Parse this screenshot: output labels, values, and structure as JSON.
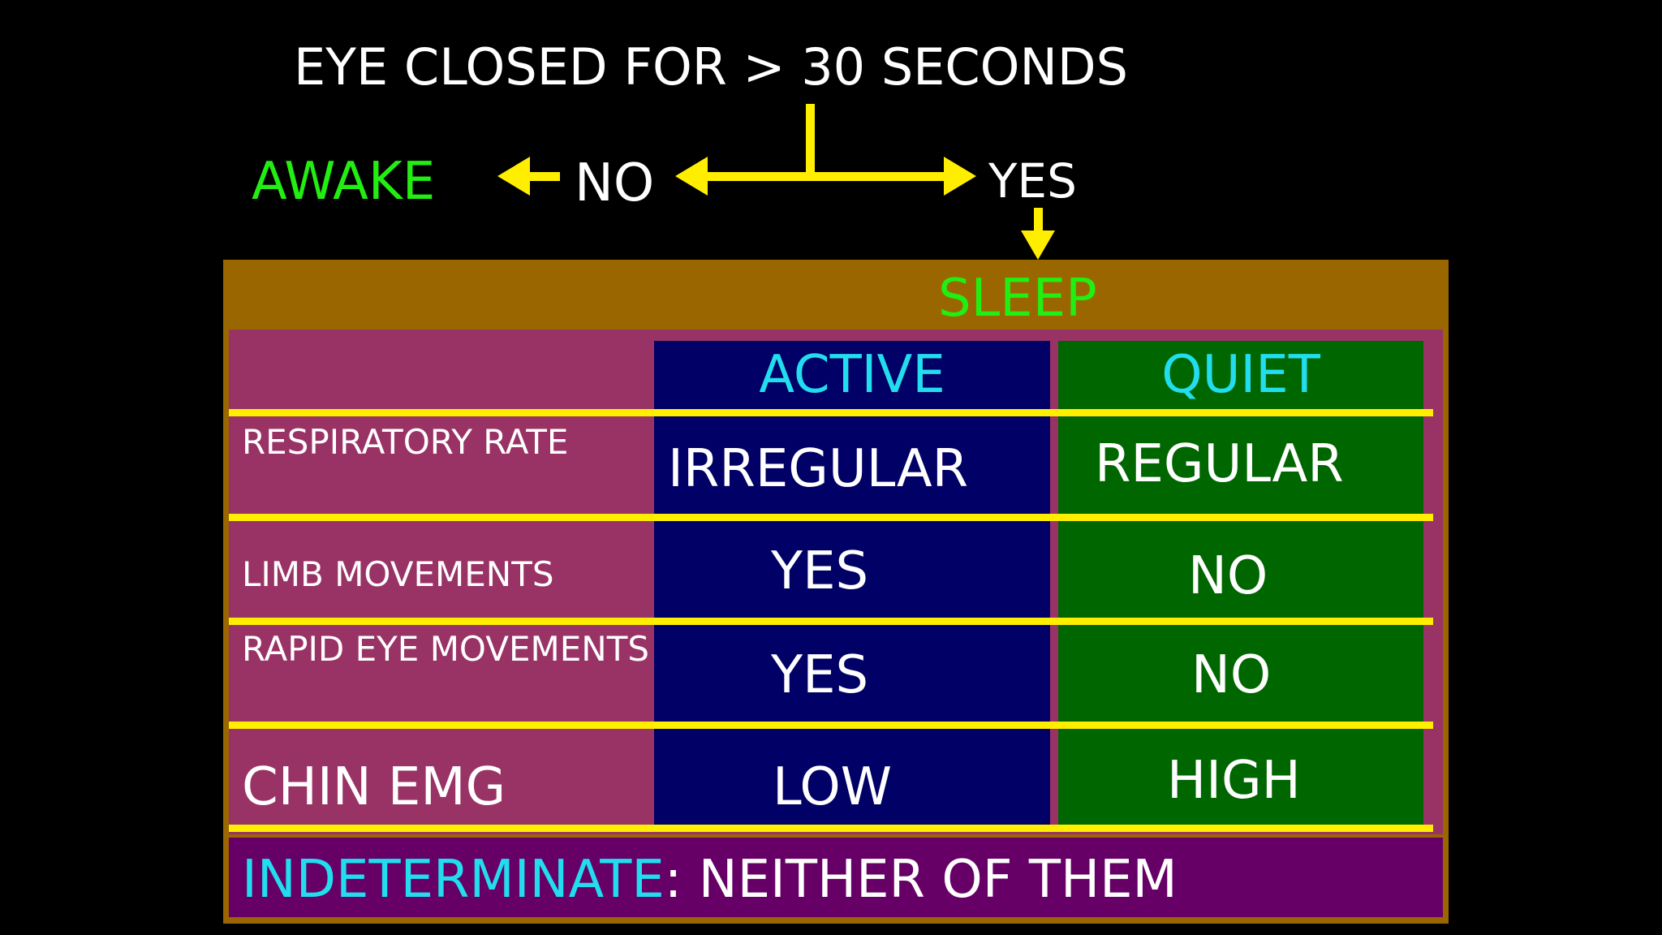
{
  "flow": {
    "question": "EYE CLOSED FOR > 30 SECONDS",
    "no_label": "NO",
    "yes_label": "YES",
    "no_result": "AWAKE",
    "yes_result": "SLEEP"
  },
  "table": {
    "columns": [
      "ACTIVE",
      "QUIET"
    ],
    "rows": [
      {
        "label": "RESPIRATORY RATE",
        "active": "IRREGULAR",
        "quiet": "REGULAR"
      },
      {
        "label": "LIMB MOVEMENTS",
        "active": "YES",
        "quiet": "NO"
      },
      {
        "label": "RAPID EYE MOVEMENTS",
        "active": "YES",
        "quiet": "NO"
      },
      {
        "label": "CHIN EMG",
        "active": "LOW",
        "quiet": "HIGH"
      }
    ]
  },
  "footer": {
    "keyword": "INDETERMINATE",
    "rest": ": NEITHER OF THEM"
  },
  "colors": {
    "awake_sleep": "#22ee11",
    "headers": "#22ddee",
    "arrows_lines": "#ffee00",
    "active_column": "#000066",
    "quiet_column": "#006600",
    "label_column": "#993366",
    "frame": "#996600",
    "footer_bar": "#660066"
  }
}
